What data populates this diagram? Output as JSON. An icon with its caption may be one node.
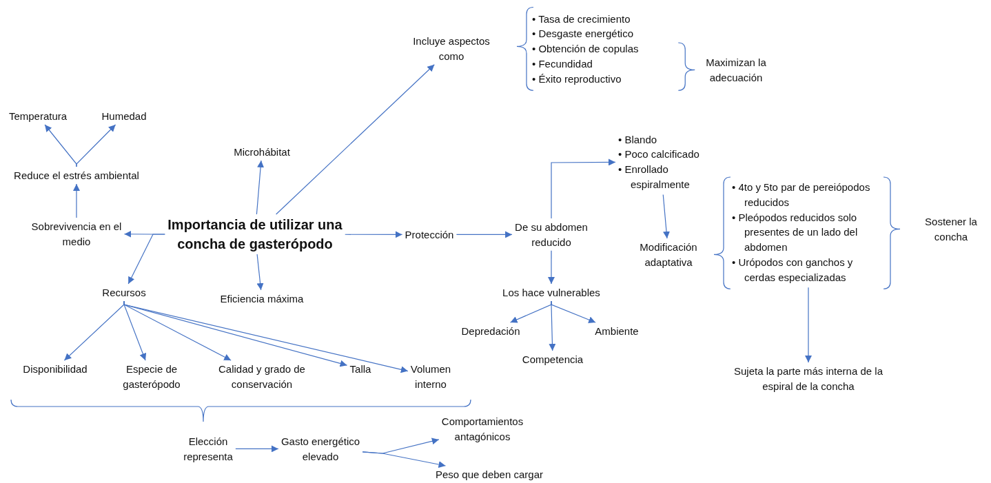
{
  "diagram": {
    "nodes": [
      {
        "text": [
          "Importancia de utilizar una concha de gasterópodo"
        ]
      },
      {
        "text": [
          "Microhábitat"
        ]
      },
      {
        "text": [
          "Eficiencia máxima"
        ]
      },
      {
        "text": [
          "Incluye aspectos como"
        ]
      },
      {
        "text": [
          "• Tasa de crecimiento",
          "• Desgaste energético",
          "• Obtención de copulas",
          "• Fecundidad",
          "• Éxito reproductivo"
        ]
      },
      {
        "text": [
          "Maximizan la adecuación"
        ]
      },
      {
        "text": [
          "Sobrevivencia en el medio"
        ]
      },
      {
        "text": [
          "Reduce el estrés ambiental"
        ]
      },
      {
        "text": [
          "Temperatura"
        ]
      },
      {
        "text": [
          "Humedad"
        ]
      },
      {
        "text": [
          "Recursos"
        ]
      },
      {
        "text": [
          "Disponibilidad"
        ]
      },
      {
        "text": [
          "Especie de gasterópodo"
        ]
      },
      {
        "text": [
          "Calidad y grado de conservación"
        ]
      },
      {
        "text": [
          "Talla"
        ]
      },
      {
        "text": [
          "Volumen interno"
        ]
      },
      {
        "text": [
          "Elección representa"
        ]
      },
      {
        "text": [
          "Gasto energético elevado"
        ]
      },
      {
        "text": [
          "Comportamientos antagónicos"
        ]
      },
      {
        "text": [
          "Peso que deben cargar"
        ]
      },
      {
        "text": [
          "Protección"
        ]
      },
      {
        "text": [
          "De su abdomen reducido"
        ]
      },
      {
        "text": [
          "• Blando",
          "• Poco calcificado",
          "• Enrollado espiralmente"
        ]
      },
      {
        "text": [
          "Modificación adaptativa"
        ]
      },
      {
        "text": [
          "• 4to y 5to par de pereiópodos reducidos",
          "• Pleópodos reducidos solo presentes de un lado del abdomen",
          "• Urópodos con ganchos y cerdas especializadas"
        ]
      },
      {
        "text": [
          "Sostener la concha"
        ]
      },
      {
        "text": [
          "Sujeta la parte más interna de la espiral de la concha"
        ]
      },
      {
        "text": [
          "Los hace vulnerables"
        ]
      },
      {
        "text": [
          "Depredación"
        ]
      },
      {
        "text": [
          "Competencia"
        ]
      },
      {
        "text": [
          "Ambiente"
        ]
      }
    ],
    "edges": [
      {
        "from": 0,
        "to": 1,
        "arrow": "to"
      },
      {
        "from": 0,
        "to": 3,
        "arrow": "to"
      },
      {
        "from": 0,
        "to": 2,
        "arrow": "to"
      },
      {
        "from": 0,
        "to": 6,
        "arrow": "to"
      },
      {
        "from": 0,
        "to": 10,
        "arrow": "to"
      },
      {
        "from": 6,
        "to": 7,
        "arrow": "to"
      },
      {
        "from": 7,
        "to": 8,
        "arrow": "to"
      },
      {
        "from": 7,
        "to": 9,
        "arrow": "to"
      },
      {
        "from": 10,
        "to": 11,
        "arrow": "to"
      },
      {
        "from": 10,
        "to": 12,
        "arrow": "to"
      },
      {
        "from": 10,
        "to": 13,
        "arrow": "to"
      },
      {
        "from": 10,
        "to": 14,
        "arrow": "to"
      },
      {
        "from": 10,
        "to": 15,
        "arrow": "to"
      },
      {
        "from": 16,
        "to": 17,
        "arrow": "to"
      },
      {
        "from": 17,
        "to": 18,
        "arrow": "to"
      },
      {
        "from": 17,
        "to": 19,
        "arrow": "to"
      },
      {
        "from": 0,
        "to": 20,
        "arrow": "to"
      },
      {
        "from": 20,
        "to": 21,
        "arrow": "to"
      },
      {
        "from": 21,
        "to": 22,
        "arrow": "to"
      },
      {
        "from": 22,
        "to": 23,
        "arrow": "to"
      },
      {
        "from": 21,
        "to": 27,
        "arrow": "to"
      },
      {
        "from": 27,
        "to": 28,
        "arrow": "to"
      },
      {
        "from": 27,
        "to": 29,
        "arrow": "to"
      },
      {
        "from": 27,
        "to": 30,
        "arrow": "to"
      },
      {
        "from": 24,
        "to": 26,
        "arrow": "to"
      }
    ]
  }
}
